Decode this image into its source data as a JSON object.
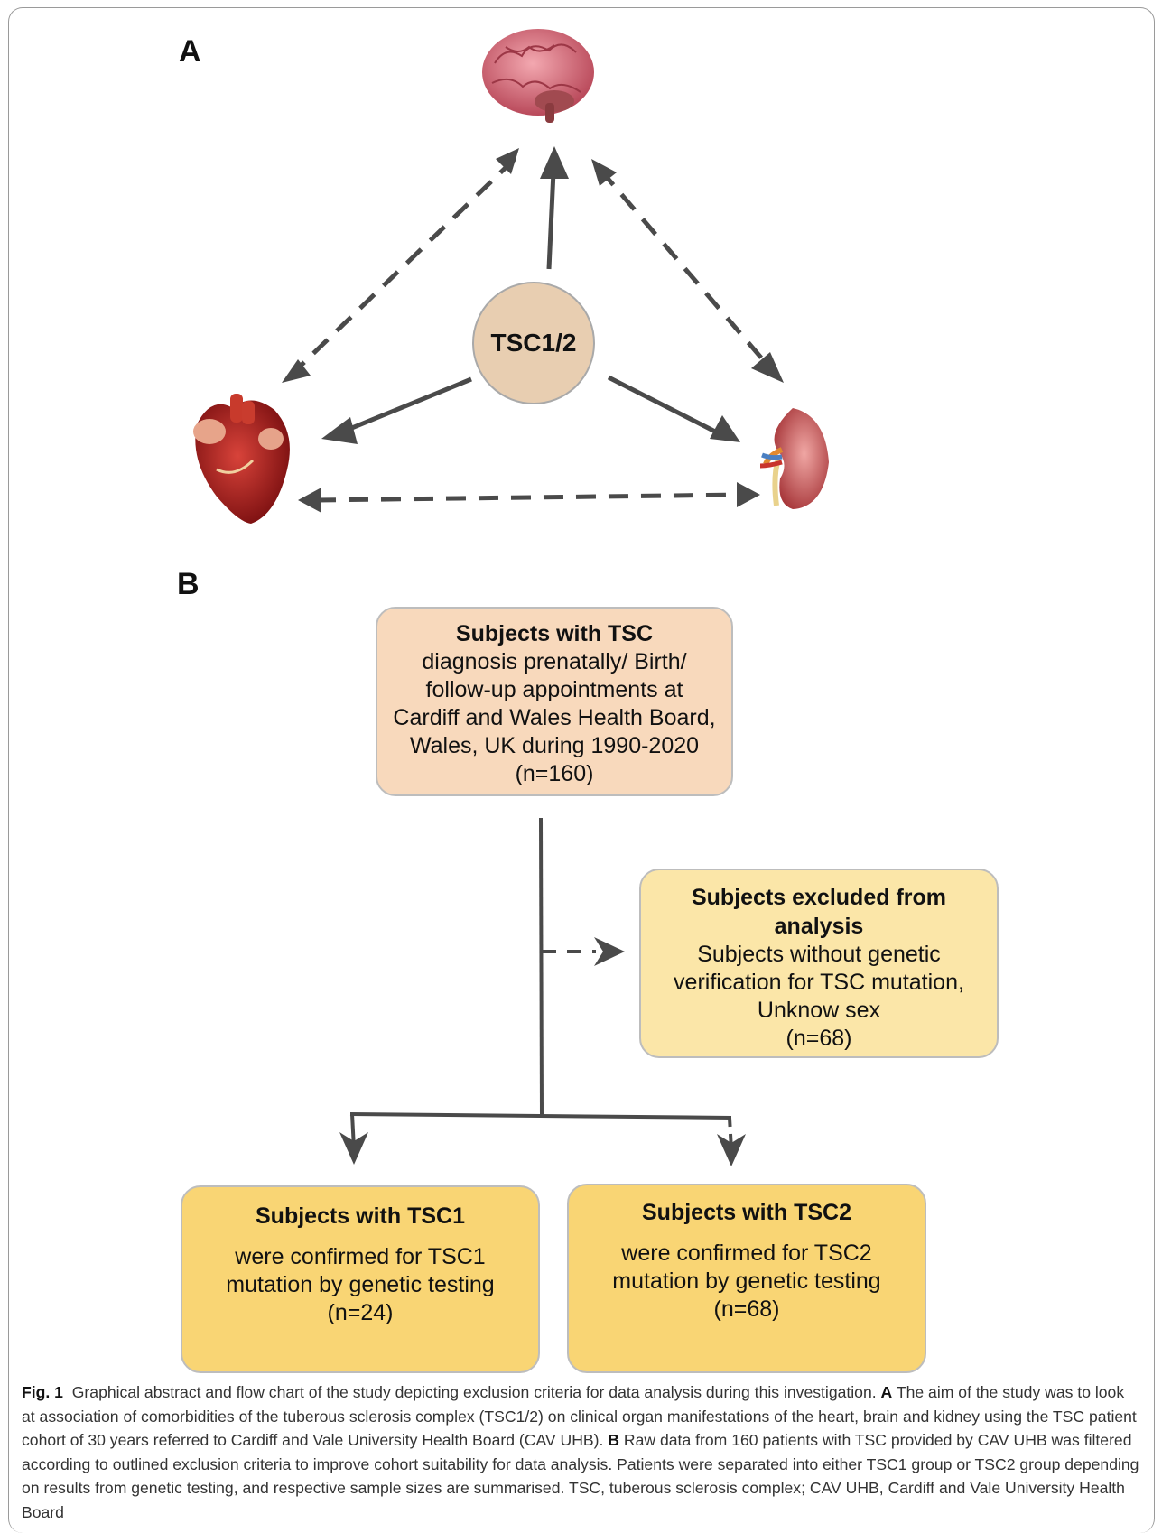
{
  "panel_a_label": "A",
  "panel_b_label": "B",
  "center_node": "TSC1/2",
  "organs": [
    "brain-icon",
    "heart-icon",
    "kidney-icon"
  ],
  "boxes": {
    "top": {
      "title": "Subjects with TSC",
      "lines": [
        "diagnosis prenatally/ Birth/",
        "follow-up appointments at",
        "Cardiff and Wales Health Board,",
        "Wales, UK during 1990-2020",
        "(n=160)"
      ]
    },
    "excluded": {
      "title_lines": [
        "Subjects excluded from",
        "analysis"
      ],
      "lines": [
        "Subjects without genetic",
        "verification for TSC mutation,",
        "Unknow sex",
        "(n=68)"
      ]
    },
    "tsc1": {
      "title": "Subjects with TSC1",
      "lines": [
        "were confirmed for TSC1",
        "mutation by genetic testing",
        "(n=24)"
      ]
    },
    "tsc2": {
      "title": "Subjects with TSC2",
      "lines": [
        "were confirmed for TSC2",
        "mutation by genetic testing",
        "(n=68)"
      ]
    }
  },
  "caption": {
    "label": "Fig. 1",
    "text_1": "Graphical abstract and flow chart of the study depicting exclusion criteria for data analysis during this investigation.",
    "label_a": "A",
    "text_a": "The aim of the study was to look at association of comorbidities of the tuberous sclerosis complex (TSC1/2) on clinical organ manifestations of the heart, brain and kidney using the TSC patient cohort of 30 years referred to Cardiff and Vale University Health Board (CAV UHB).",
    "label_b": "B",
    "text_b": "Raw data from 160 patients with TSC provided by CAV UHB was filtered according to outlined exclusion criteria to improve cohort suitability for data analysis. Patients were separated into either TSC1 group or TSC2 group depending on results from genetic testing, and respective sample sizes are summarised. TSC, tuberous sclerosis complex; CAV UHB, Cardiff and Vale University Health Board"
  }
}
